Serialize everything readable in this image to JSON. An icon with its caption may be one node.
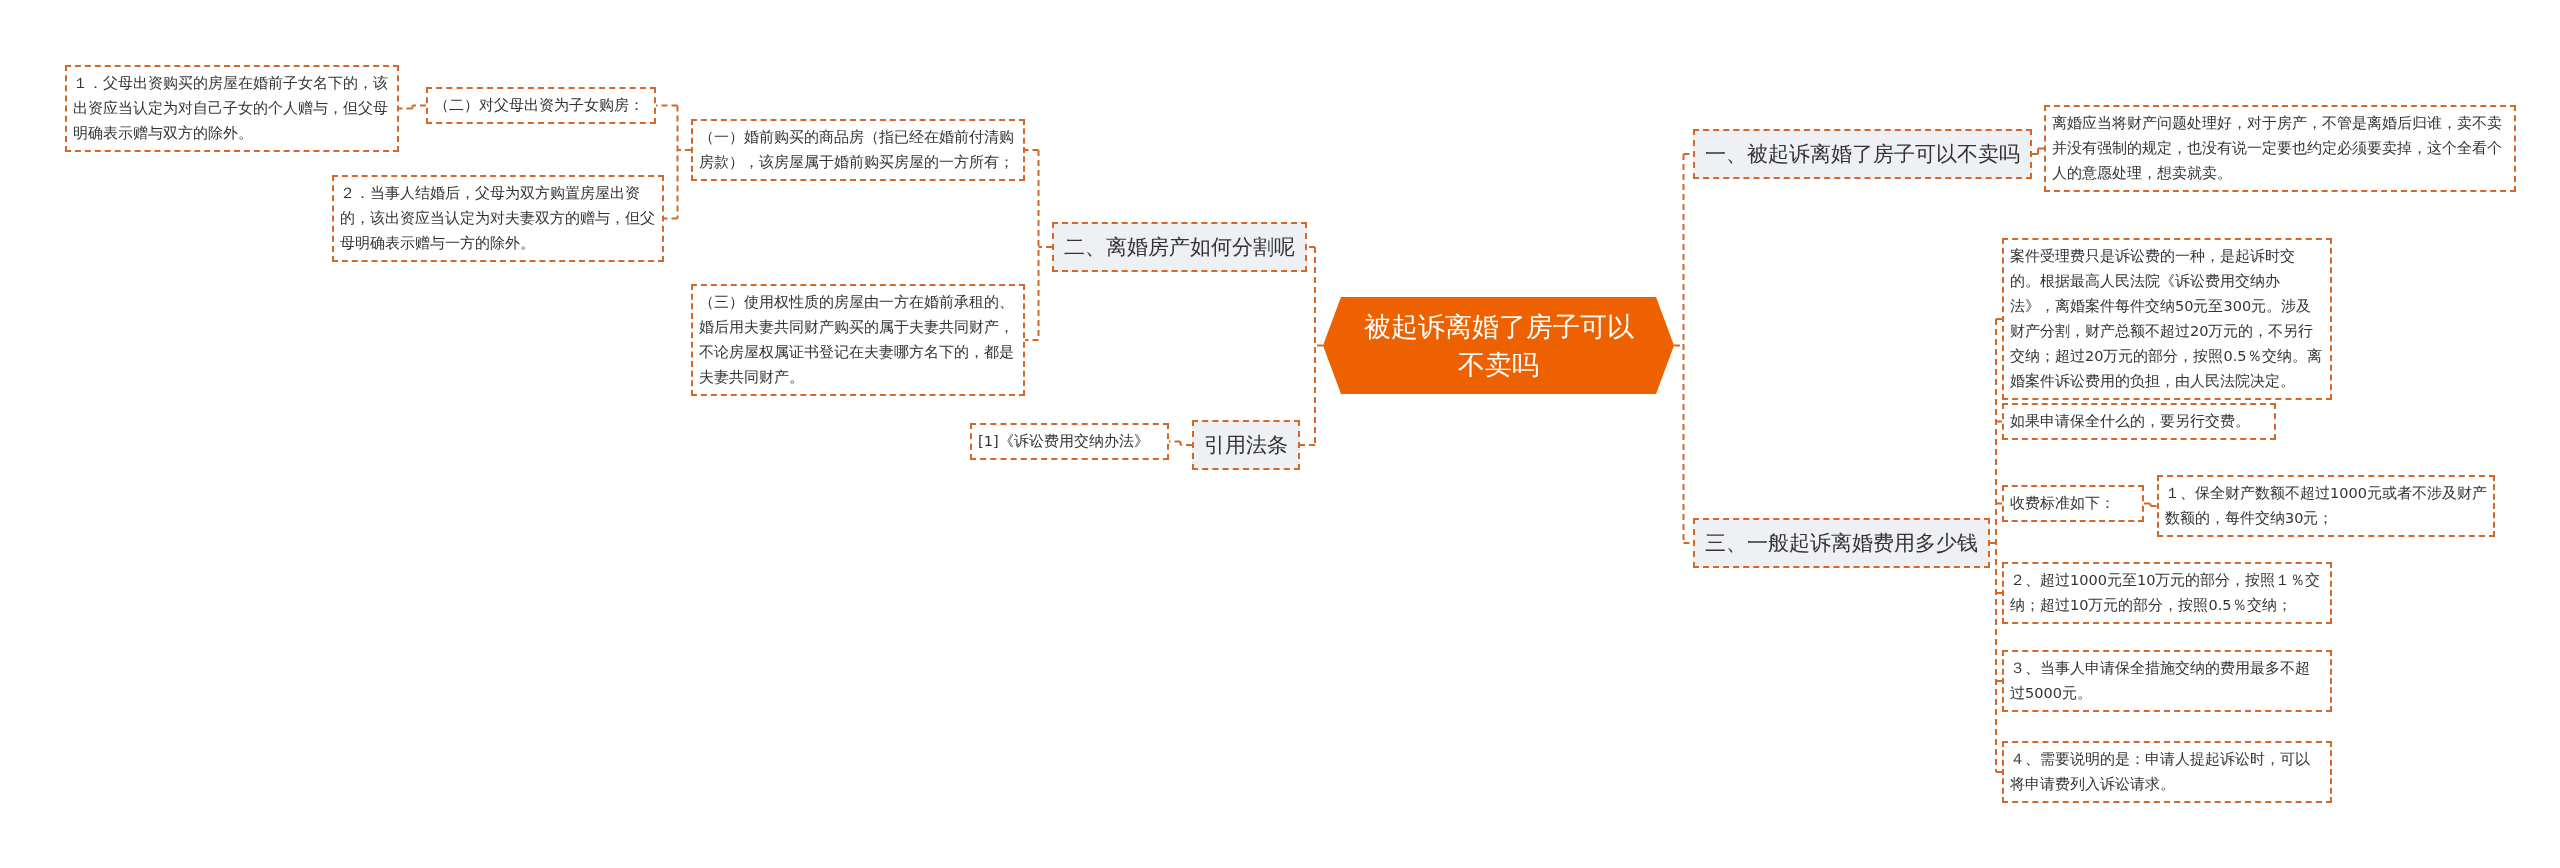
{
  "diagram": {
    "nodes": [
      {
        "text": [
          "被起诉离婚了房子可以不卖吗"
        ]
      },
      {
        "text": [
          "一、被起诉离婚了房子可以不卖吗"
        ]
      },
      {
        "text": [
          "离婚应当将财产问题处理好，对于房产，不管是离婚后归谁，卖不卖并没有强制的规定，也没有说一定要也约定必须要卖掉，这个全看个人的意愿处理，想卖就卖。"
        ]
      },
      {
        "text": [
          "三、一般起诉离婚费用多少钱"
        ]
      },
      {
        "text": [
          "案件受理费只是诉讼费的一种，是起诉时交的。根据最高人民法院《诉讼费用交纳办法》，离婚案件每件交纳50元至300元。涉及财产分割，财产总额不超过20万元的，不另行交纳；超过20万元的部分，按照0.5％交纳。离婚案件诉讼费用的负担，由人民法院决定。"
        ]
      },
      {
        "text": [
          "如果申请保全什么的，要另行交费。"
        ]
      },
      {
        "text": [
          "收费标准如下："
        ]
      },
      {
        "text": [
          "１、保全财产数额不超过1000元或者不涉及财产数额的，每件交纳30元；"
        ]
      },
      {
        "text": [
          "２、超过1000元至10万元的部分，按照１％交纳；超过10万元的部分，按照0.5％交纳；"
        ]
      },
      {
        "text": [
          "３、当事人申请保全措施交纳的费用最多不超过5000元。"
        ]
      },
      {
        "text": [
          "４、需要说明的是：申请人提起诉讼时，可以将申请费列入诉讼请求。"
        ]
      },
      {
        "text": [
          "二、离婚房产如何分割呢"
        ]
      },
      {
        "text": [
          "（二）对父母出资为子女购房："
        ]
      },
      {
        "text": [
          "１．父母出资购买的房屋在婚前子女名下的，该出资应当认定为对自己子女的个人赠与，但父母明确表示赠与双方的除外。"
        ]
      },
      {
        "text": [
          "２．当事人结婚后，父母为双方购置房屋出资的，该出资应当认定为对夫妻双方的赠与，但父母明确表示赠与一方的除外。"
        ]
      },
      {
        "text": [
          "（一）婚前购买的商品房（指已经在婚前付清购房款），该房屋属于婚前购买房屋的一方所有；"
        ]
      },
      {
        "text": [
          "（三）使用权性质的房屋由一方在婚前承租的、婚后用夫妻共同财产购买的属于夫妻共同财产，不论房屋权属证书登记在夫妻哪方名下的，都是夫妻共同财产。"
        ]
      },
      {
        "text": [
          "引用法条"
        ]
      },
      {
        "text": [
          "[1]《诉讼费用交纳办法》"
        ]
      }
    ],
    "edges": [
      {
        "from": 0,
        "to": 1,
        "arrow": "none"
      },
      {
        "from": 1,
        "to": 2,
        "arrow": "none"
      },
      {
        "from": 0,
        "to": 3,
        "arrow": "none"
      },
      {
        "from": 3,
        "to": 4,
        "arrow": "none"
      },
      {
        "from": 3,
        "to": 5,
        "arrow": "none"
      },
      {
        "from": 3,
        "to": 6,
        "arrow": "none"
      },
      {
        "from": 6,
        "to": 7,
        "arrow": "none"
      },
      {
        "from": 3,
        "to": 8,
        "arrow": "none"
      },
      {
        "from": 3,
        "to": 9,
        "arrow": "none"
      },
      {
        "from": 3,
        "to": 10,
        "arrow": "none"
      },
      {
        "from": 0,
        "to": 11,
        "arrow": "none"
      },
      {
        "from": 11,
        "to": 15,
        "arrow": "none"
      },
      {
        "from": 15,
        "to": 12,
        "arrow": "none"
      },
      {
        "from": 12,
        "to": 13,
        "arrow": "none"
      },
      {
        "from": 15,
        "to": 14,
        "arrow": "none"
      },
      {
        "from": 11,
        "to": 16,
        "arrow": "none"
      },
      {
        "from": 0,
        "to": 17,
        "arrow": "none"
      },
      {
        "from": 17,
        "to": 18,
        "arrow": "none"
      }
    ]
  }
}
